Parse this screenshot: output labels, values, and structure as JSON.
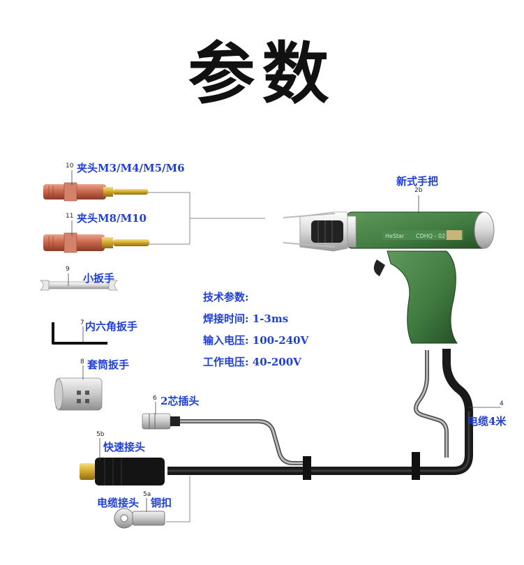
{
  "title": "参数",
  "parts": [
    {
      "id": "10",
      "label": "夹头M3/M4/M5/M6"
    },
    {
      "id": "11",
      "label": "夹头M8/M10"
    },
    {
      "id": "9",
      "label": "小扳手"
    },
    {
      "id": "7",
      "label": "内六角扳手"
    },
    {
      "id": "8",
      "label": "套筒扳手"
    },
    {
      "id": "6",
      "label": "2芯插头"
    },
    {
      "id": "5b",
      "label": "快速接头"
    },
    {
      "id": "5a",
      "label": "电缆接头"
    },
    {
      "id": "5a-2",
      "label": "铜扣"
    },
    {
      "id": "2b",
      "label": "新式手把"
    },
    {
      "id": "4",
      "label": "电缆4米"
    }
  ],
  "specs": {
    "heading": "技术参数:",
    "items": [
      "焊接时间: 1-3ms",
      "输入电压: 100-240V",
      "工作电压: 40-200V"
    ]
  },
  "gun_text": {
    "brand": "HeStar",
    "model": "CDHQ - 02"
  },
  "colors": {
    "label": "#1f3fd6",
    "gun_body": "#3f7a3f",
    "collet": "#c8755a",
    "cable": "#222222"
  }
}
